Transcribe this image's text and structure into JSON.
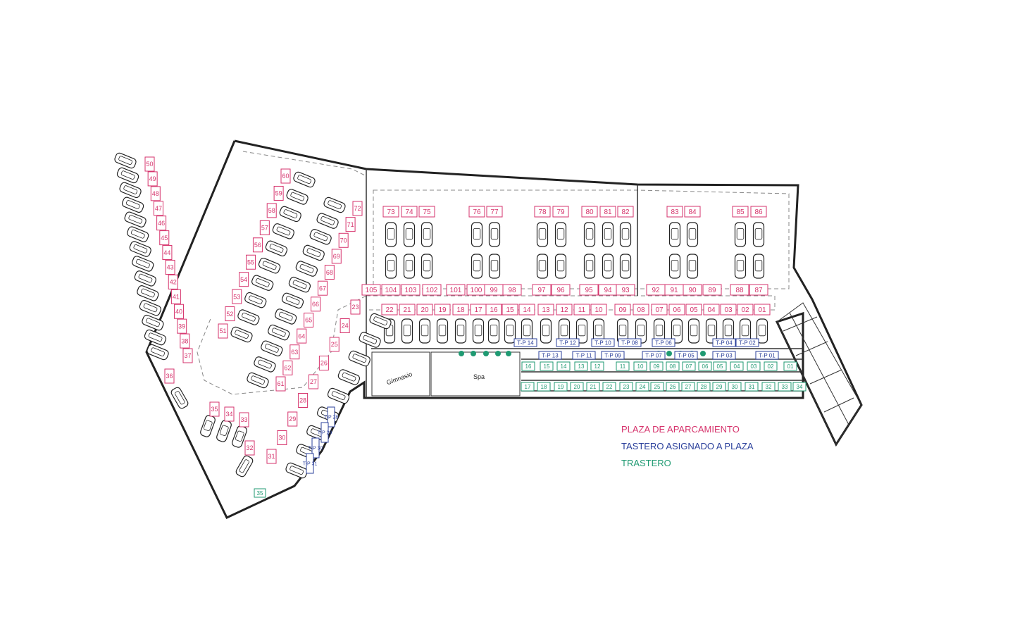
{
  "colors": {
    "plaza": "#d6336c",
    "tastero": "#2a3f9b",
    "trastero": "#1f9a72",
    "wall": "#222222",
    "line": "#555555"
  },
  "legend": {
    "plaza": "PLAZA DE APARCAMIENTO",
    "tastero": "TASTERO ASIGNADO A PLAZA",
    "trastero": "TRASTERO"
  },
  "rooms": {
    "gimnasio": "Gimnasio",
    "spa": "Spa"
  },
  "plazas": {
    "top_row": [
      "73",
      "74",
      "75",
      "76",
      "77",
      "78",
      "79",
      "80",
      "81",
      "82",
      "83",
      "84",
      "85",
      "86"
    ],
    "upper_bottom_row": [
      "105",
      "104",
      "103",
      "102",
      "101",
      "100",
      "99",
      "98",
      "97",
      "96",
      "95",
      "94",
      "93",
      "92",
      "91",
      "90",
      "89",
      "88",
      "87"
    ],
    "mid_row": [
      "22",
      "21",
      "20",
      "19",
      "18",
      "17",
      "16",
      "15",
      "14",
      "13",
      "12",
      "11",
      "10",
      "09",
      "08",
      "07",
      "06",
      "05",
      "04",
      "03",
      "02",
      "01"
    ],
    "left_outer_col": [
      "50",
      "49",
      "48",
      "47",
      "46",
      "45",
      "44",
      "43",
      "42",
      "41",
      "40",
      "39",
      "38",
      "37"
    ],
    "left_inner_col_a": [
      "60",
      "59",
      "58",
      "57",
      "56",
      "55",
      "54",
      "53",
      "52",
      "51"
    ],
    "left_inner_col_b": [
      "72",
      "71",
      "70",
      "69",
      "68",
      "67",
      "66",
      "65",
      "64",
      "63",
      "62",
      "61"
    ],
    "right_diag_col": [
      "23",
      "24",
      "25",
      "26",
      "27",
      "28",
      "29",
      "30",
      "31"
    ],
    "bottom_group": [
      "36",
      "35",
      "34",
      "33",
      "32"
    ]
  },
  "tasteros": {
    "upper": [
      "T-P 14",
      "T-P 12",
      "T-P 10",
      "T-P 08",
      "T-P 06",
      "T-P 04",
      "T-P 02"
    ],
    "lower": [
      "T-P 13",
      "T-P 11",
      "T-P 09",
      "T-P 07",
      "T-P 05",
      "T-P 03",
      "T-P 01"
    ],
    "diag": [
      "T-P 28",
      "T-P 29",
      "T-P 30",
      "T-P 31"
    ]
  },
  "trasteros": {
    "row1": [
      "16",
      "15",
      "14",
      "13",
      "12",
      "11",
      "10",
      "09",
      "08",
      "07",
      "06",
      "05",
      "04",
      "03",
      "02",
      "01"
    ],
    "row2": [
      "17",
      "18",
      "19",
      "20",
      "21",
      "22",
      "23",
      "24",
      "25",
      "26",
      "27",
      "28",
      "29",
      "30",
      "31",
      "32",
      "33",
      "34"
    ],
    "corner": "35"
  }
}
